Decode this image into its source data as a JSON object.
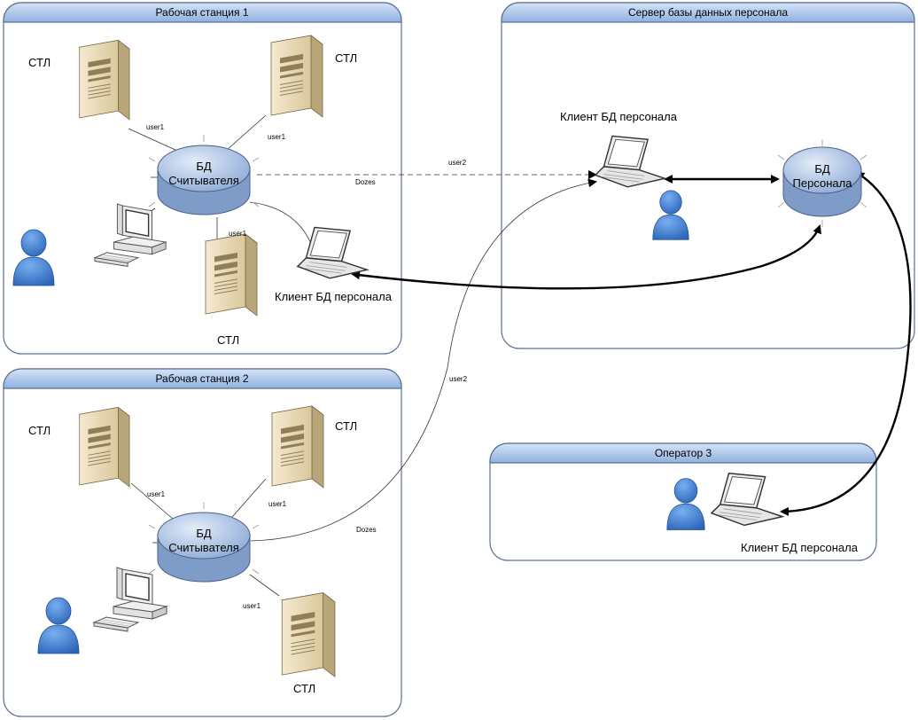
{
  "panels": {
    "ws1": {
      "title": "Рабочая станция 1"
    },
    "ws2": {
      "title": "Рабочая станция 2"
    },
    "server": {
      "title": "Сервер базы данных персонала"
    },
    "op3": {
      "title": "Оператор 3"
    }
  },
  "labels": {
    "stl": "СТЛ",
    "db_reader_1": "БД",
    "db_reader_2": "Считывателя",
    "db_personnel_1": "БД",
    "db_personnel_2": "Персонала",
    "client": "Клиент БД персонала",
    "user1": "user1",
    "user2": "user2",
    "dozes": "Dozes"
  },
  "colors": {
    "panel_header": "#a9c4ea",
    "panel_border": "#5a6f93",
    "db_fill": "#a9c1e3",
    "person_fill": "#3c7dd0",
    "server_fill": "#ead9b4"
  }
}
